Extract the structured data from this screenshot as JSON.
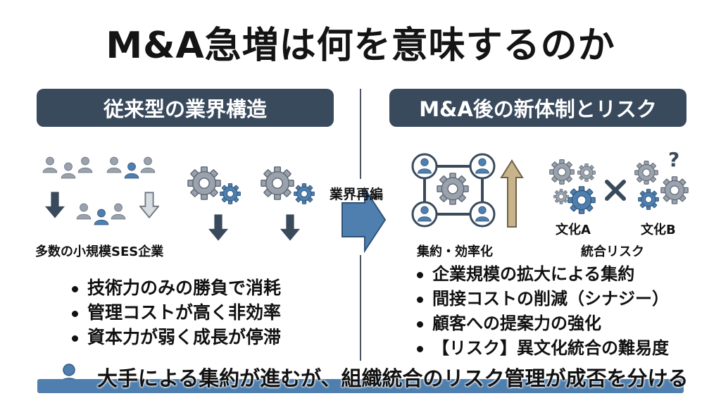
{
  "title": "M&A急増は何を意味するのか",
  "left": {
    "header": "従来型の業界構造",
    "caption": "多数の小規模SES企業",
    "bullets": [
      "技術力のみの勝負で消耗",
      "管理コストが高く非効率",
      "資本力が弱く成長が停滞"
    ]
  },
  "arrow_label": "業界再編",
  "right": {
    "header": "M&A後の新体制とリスク",
    "caption_left": "集約・効率化",
    "culture_a": "文化A",
    "culture_b": "文化B",
    "caption_right": "統合リスク",
    "bullets": [
      "企業規模の拡大による集約",
      "間接コストの削減（シナジー）",
      "顧客への提案力の強化",
      "【リスク】異文化統合の難易度"
    ]
  },
  "conclusion": "大手による集約が進むが、組織統合のリスク管理が成否を分ける",
  "icons": [
    "people-group-icon",
    "gear-icon",
    "down-arrow-icon",
    "right-arrow-icon",
    "up-arrow-icon",
    "network-icon",
    "cross-icon",
    "question-icon",
    "person-icon"
  ],
  "colors": {
    "header_bg": "#3a4a5d",
    "accent_blue": "#4f7fae",
    "icon_gray": "#9aa3ad",
    "arrow_gold": "#c8b48a"
  }
}
